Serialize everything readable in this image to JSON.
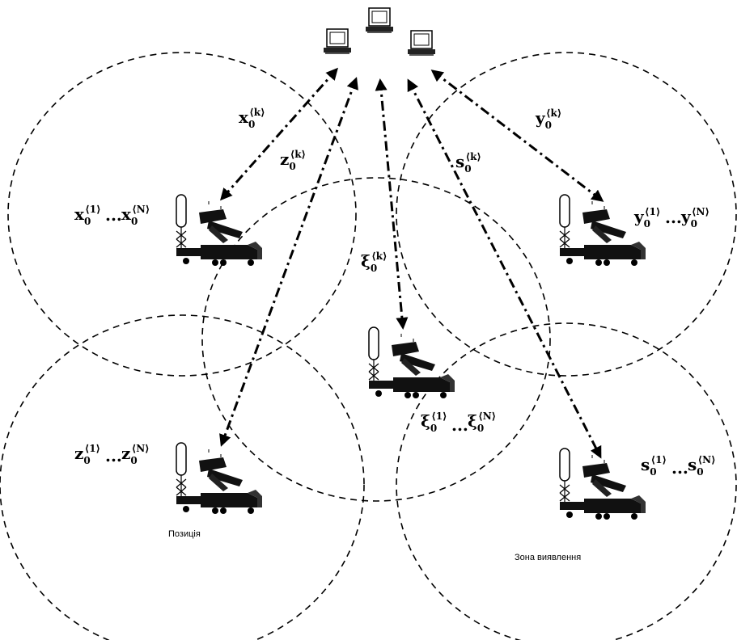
{
  "zones": [
    {
      "name": "zone-x"
    },
    {
      "name": "zone-y"
    },
    {
      "name": "zone-xi"
    },
    {
      "name": "zone-z"
    },
    {
      "name": "zone-s"
    }
  ],
  "stations": [
    {
      "name": "station-x",
      "label_first": {
        "base": "x",
        "sub": "0",
        "sup": "⟨1⟩"
      },
      "dots": "...",
      "label_last": {
        "base": "x",
        "sub": "0",
        "sup": "⟨N⟩"
      }
    },
    {
      "name": "station-y",
      "label_first": {
        "base": "y",
        "sub": "0",
        "sup": "⟨1⟩"
      },
      "dots": "...",
      "label_last": {
        "base": "y",
        "sub": "0",
        "sup": "⟨N⟩"
      }
    },
    {
      "name": "station-xi",
      "label_first": {
        "base": "ξ",
        "sub": "0",
        "sup": "⟨1⟩"
      },
      "dots": "...",
      "label_last": {
        "base": "ξ",
        "sub": "0",
        "sup": "⟨N⟩"
      }
    },
    {
      "name": "station-z",
      "label_first": {
        "base": "z",
        "sub": "0",
        "sup": "⟨1⟩"
      },
      "dots": "...",
      "label_last": {
        "base": "z",
        "sub": "0",
        "sup": "⟨N⟩"
      }
    },
    {
      "name": "station-s",
      "label_first": {
        "base": "s",
        "sub": "0",
        "sup": "⟨1⟩"
      },
      "dots": "...",
      "label_last": {
        "base": "s",
        "sub": "0",
        "sup": "⟨N⟩"
      }
    }
  ],
  "links": [
    {
      "name": "link-x",
      "label": {
        "base": "x",
        "sub": "0",
        "sup": "⟨k⟩"
      }
    },
    {
      "name": "link-y",
      "label": {
        "base": "y",
        "sub": "0",
        "sup": "⟨k⟩"
      }
    },
    {
      "name": "link-z",
      "label": {
        "base": "z",
        "sub": "0",
        "sup": "⟨k⟩"
      }
    },
    {
      "name": "link-s",
      "label": {
        "base": "s",
        "sub": "0",
        "sup": "⟨k⟩"
      }
    },
    {
      "name": "link-xi",
      "label": {
        "base": "ξ",
        "sub": "0",
        "sup": "⟨k⟩"
      }
    }
  ],
  "captions": {
    "position": "Позиція",
    "detection_zone": "Зона виявлення"
  }
}
